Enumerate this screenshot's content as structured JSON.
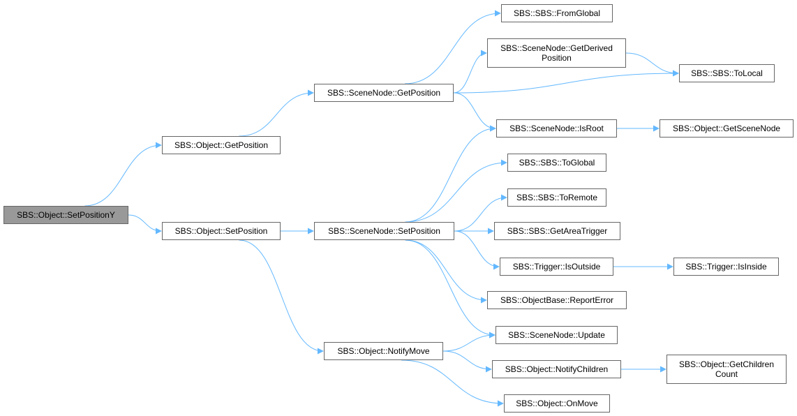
{
  "diagram": {
    "edge_color": "#63b8ff",
    "node_border_color": "#666666",
    "root_fill_color": "#999999",
    "nodes": [
      {
        "id": "setposy",
        "label": "SBS::Object::SetPositionY",
        "root": true
      },
      {
        "id": "objgetpos",
        "label": "SBS::Object::GetPosition"
      },
      {
        "id": "objsetpos",
        "label": "SBS::Object::SetPosition"
      },
      {
        "id": "sngetpos",
        "label": "SBS::SceneNode::GetPosition"
      },
      {
        "id": "snsetpos",
        "label": "SBS::SceneNode::SetPosition"
      },
      {
        "id": "notifymove",
        "label": "SBS::Object::NotifyMove"
      },
      {
        "id": "fromglobal",
        "label": "SBS::SBS::FromGlobal"
      },
      {
        "id": "getderived",
        "label": "SBS::SceneNode::GetDerived\nPosition"
      },
      {
        "id": "tolocal",
        "label": "SBS::SBS::ToLocal"
      },
      {
        "id": "isroot",
        "label": "SBS::SceneNode::IsRoot"
      },
      {
        "id": "getscenenode",
        "label": "SBS::Object::GetSceneNode"
      },
      {
        "id": "toglobal",
        "label": "SBS::SBS::ToGlobal"
      },
      {
        "id": "toremote",
        "label": "SBS::SBS::ToRemote"
      },
      {
        "id": "getareatrigger",
        "label": "SBS::SBS::GetAreaTrigger"
      },
      {
        "id": "isoutside",
        "label": "SBS::Trigger::IsOutside"
      },
      {
        "id": "isinside",
        "label": "SBS::Trigger::IsInside"
      },
      {
        "id": "reporterror",
        "label": "SBS::ObjectBase::ReportError"
      },
      {
        "id": "snupdate",
        "label": "SBS::SceneNode::Update"
      },
      {
        "id": "notifychildren",
        "label": "SBS::Object::NotifyChildren"
      },
      {
        "id": "getchildrencount",
        "label": "SBS::Object::GetChildren\nCount"
      },
      {
        "id": "onmove",
        "label": "SBS::Object::OnMove"
      }
    ],
    "edges": [
      {
        "from": "setposy",
        "to": "objgetpos"
      },
      {
        "from": "setposy",
        "to": "objsetpos"
      },
      {
        "from": "objgetpos",
        "to": "sngetpos"
      },
      {
        "from": "objsetpos",
        "to": "snsetpos"
      },
      {
        "from": "objsetpos",
        "to": "notifymove"
      },
      {
        "from": "sngetpos",
        "to": "fromglobal"
      },
      {
        "from": "sngetpos",
        "to": "getderived"
      },
      {
        "from": "sngetpos",
        "to": "tolocal"
      },
      {
        "from": "sngetpos",
        "to": "isroot"
      },
      {
        "from": "getderived",
        "to": "tolocal"
      },
      {
        "from": "isroot",
        "to": "getscenenode"
      },
      {
        "from": "snsetpos",
        "to": "isroot"
      },
      {
        "from": "snsetpos",
        "to": "toglobal"
      },
      {
        "from": "snsetpos",
        "to": "toremote"
      },
      {
        "from": "snsetpos",
        "to": "getareatrigger"
      },
      {
        "from": "snsetpos",
        "to": "isoutside"
      },
      {
        "from": "snsetpos",
        "to": "reporterror"
      },
      {
        "from": "snsetpos",
        "to": "snupdate"
      },
      {
        "from": "isoutside",
        "to": "isinside"
      },
      {
        "from": "notifymove",
        "to": "snupdate"
      },
      {
        "from": "notifymove",
        "to": "notifychildren"
      },
      {
        "from": "notifymove",
        "to": "onmove"
      },
      {
        "from": "notifychildren",
        "to": "getchildrencount"
      }
    ]
  }
}
